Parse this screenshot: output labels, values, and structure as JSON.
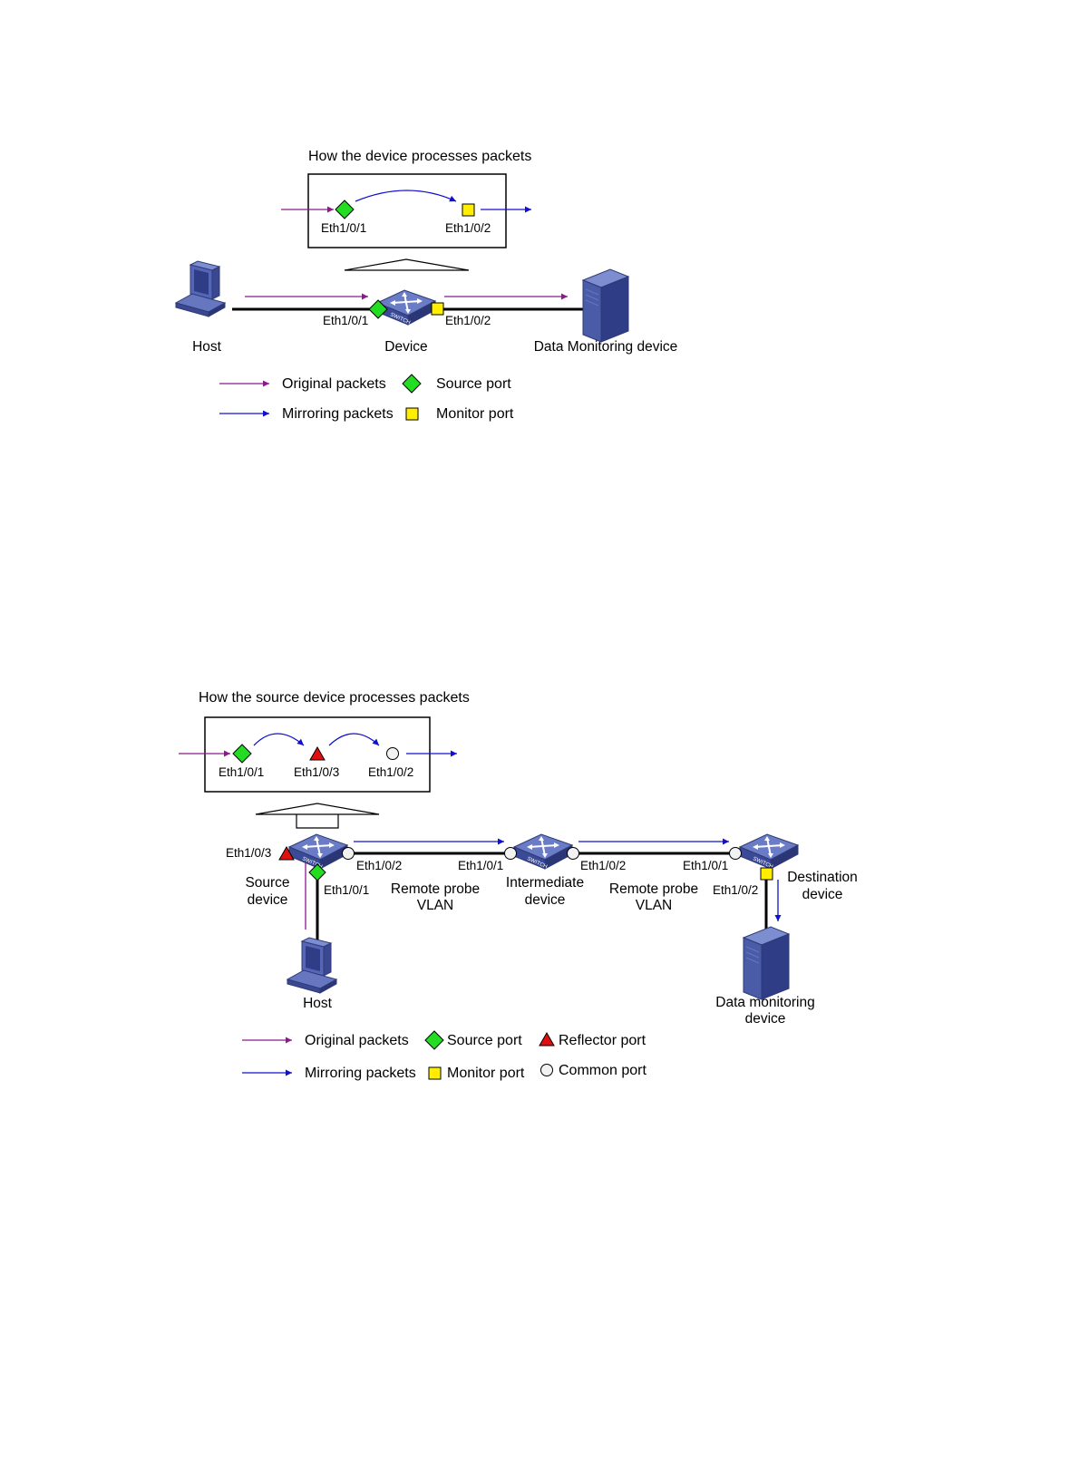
{
  "colors": {
    "original_arrow": "#8B1A8B",
    "mirror_arrow": "#1010D0",
    "source_port": "#22DD22",
    "monitor_port": "#FFEE00",
    "reflector_port": "#E01010",
    "common_port": "#F2F2F2",
    "device_blue": "#4A5BA8"
  },
  "diagram1": {
    "title": "How the device processes packets",
    "box_ports": {
      "in": "Eth1/0/1",
      "out": "Eth1/0/2"
    },
    "ports": {
      "left": "Eth1/0/1",
      "right": "Eth1/0/2"
    },
    "nodes": {
      "host": "Host",
      "device": "Device",
      "monitor": "Data Monitoring device"
    },
    "legend": {
      "original": "Original packets",
      "mirroring": "Mirroring packets",
      "source": "Source port",
      "monitor": "Monitor port"
    }
  },
  "diagram2": {
    "title": "How the source device processes packets",
    "box_ports": {
      "p1": "Eth1/0/1",
      "p3": "Eth1/0/3",
      "p2": "Eth1/0/2"
    },
    "ports": {
      "src_reflector": "Eth1/0/3",
      "src_out": "Eth1/0/2",
      "src_in": "Eth1/0/1",
      "mid_in": "Eth1/0/1",
      "mid_out": "Eth1/0/2",
      "dst_in": "Eth1/0/1",
      "dst_out": "Eth1/0/2"
    },
    "nodes": {
      "source_line1": "Source",
      "source_line2": "device",
      "vlan1_line1": "Remote probe",
      "vlan1_line2": "VLAN",
      "mid_line1": "Intermediate",
      "mid_line2": "device",
      "vlan2_line1": "Remote probe",
      "vlan2_line2": "VLAN",
      "dest_line1": "Destination",
      "dest_line2": "device",
      "host": "Host",
      "monitor_line1": "Data monitoring",
      "monitor_line2": "device"
    },
    "legend": {
      "original": "Original packets",
      "mirroring": "Mirroring packets",
      "source": "Source port",
      "monitor": "Monitor port",
      "reflector": "Reflector port",
      "common": "Common port"
    }
  }
}
